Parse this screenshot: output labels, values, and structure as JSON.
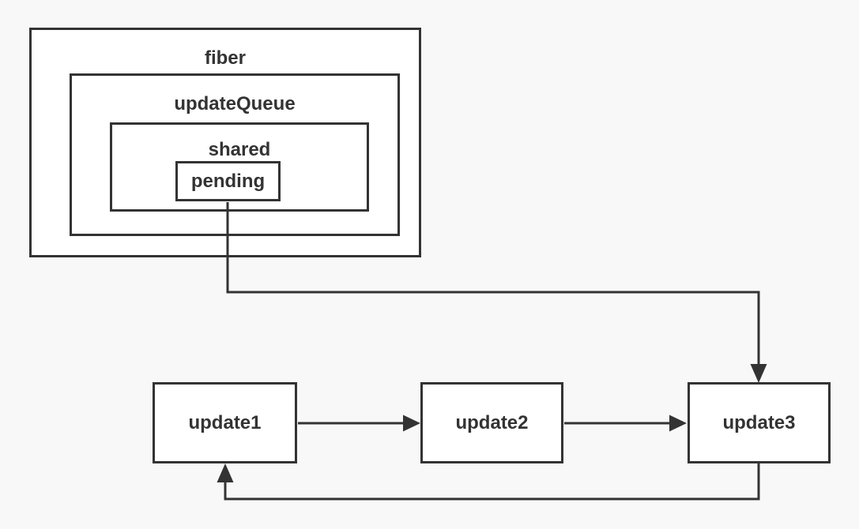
{
  "diagram": {
    "colors": {
      "background": "#f8f8f8",
      "stroke": "#333333",
      "box_fill": "#ffffff",
      "text": "#333333"
    },
    "nodes": {
      "fiber": {
        "label": "fiber"
      },
      "updateQueue": {
        "label": "updateQueue"
      },
      "shared": {
        "label": "shared"
      },
      "pending": {
        "label": "pending"
      },
      "update1": {
        "label": "update1"
      },
      "update2": {
        "label": "update2"
      },
      "update3": {
        "label": "update3"
      }
    },
    "edges": [
      {
        "from": "pending",
        "to": "update3"
      },
      {
        "from": "update1",
        "to": "update2"
      },
      {
        "from": "update2",
        "to": "update3"
      },
      {
        "from": "update3",
        "to": "update1"
      }
    ]
  }
}
